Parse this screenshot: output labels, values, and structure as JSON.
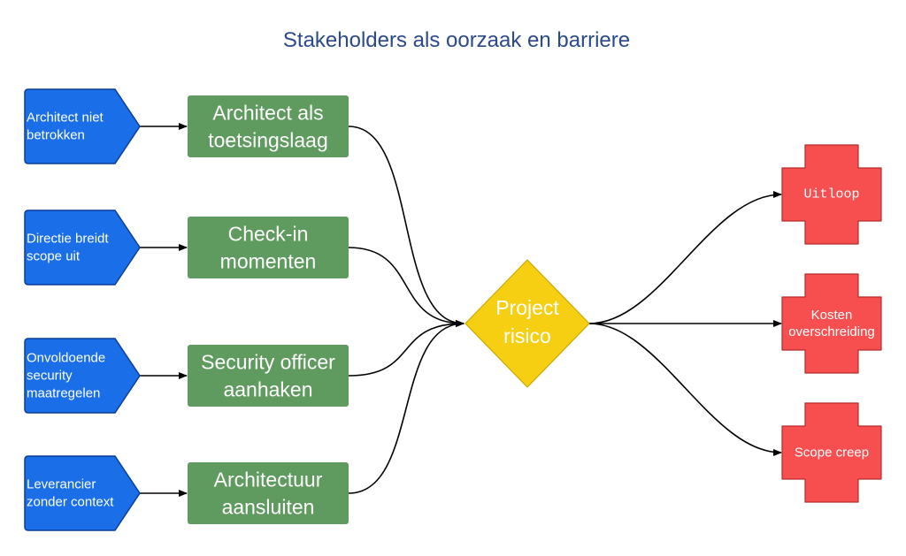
{
  "title": "Stakeholders als oorzaak en barriere",
  "colors": {
    "title": "#2a4a8a",
    "cause_fill": "#1a6ee8",
    "cause_stroke": "#0b3f99",
    "barrier_fill": "#5f9a5f",
    "risk_fill": "#f7cf12",
    "risk_stroke": "#c9a800",
    "consequence_fill": "#f74f4f",
    "consequence_stroke": "#b52b2b"
  },
  "causes": [
    {
      "lines": [
        "Architect niet",
        "betrokken"
      ]
    },
    {
      "lines": [
        "Directie breidt",
        "scope uit"
      ]
    },
    {
      "lines": [
        "Onvoldoende",
        "security",
        "maatregelen"
      ]
    },
    {
      "lines": [
        "Leverancier",
        "zonder context"
      ]
    }
  ],
  "barriers": [
    {
      "lines": [
        "Architect als",
        "toetsingslaag"
      ]
    },
    {
      "lines": [
        "Check-in",
        "momenten"
      ]
    },
    {
      "lines": [
        "Security officer",
        "aanhaken"
      ]
    },
    {
      "lines": [
        "Architectuur",
        "aansluiten"
      ]
    }
  ],
  "risk": {
    "lines": [
      "Project",
      "risico"
    ]
  },
  "consequences": [
    {
      "lines": [
        "Uitloop"
      ],
      "mono": true
    },
    {
      "lines": [
        "Kosten",
        "overschreiding"
      ],
      "mono": false
    },
    {
      "lines": [
        "Scope creep"
      ],
      "mono": false
    }
  ]
}
